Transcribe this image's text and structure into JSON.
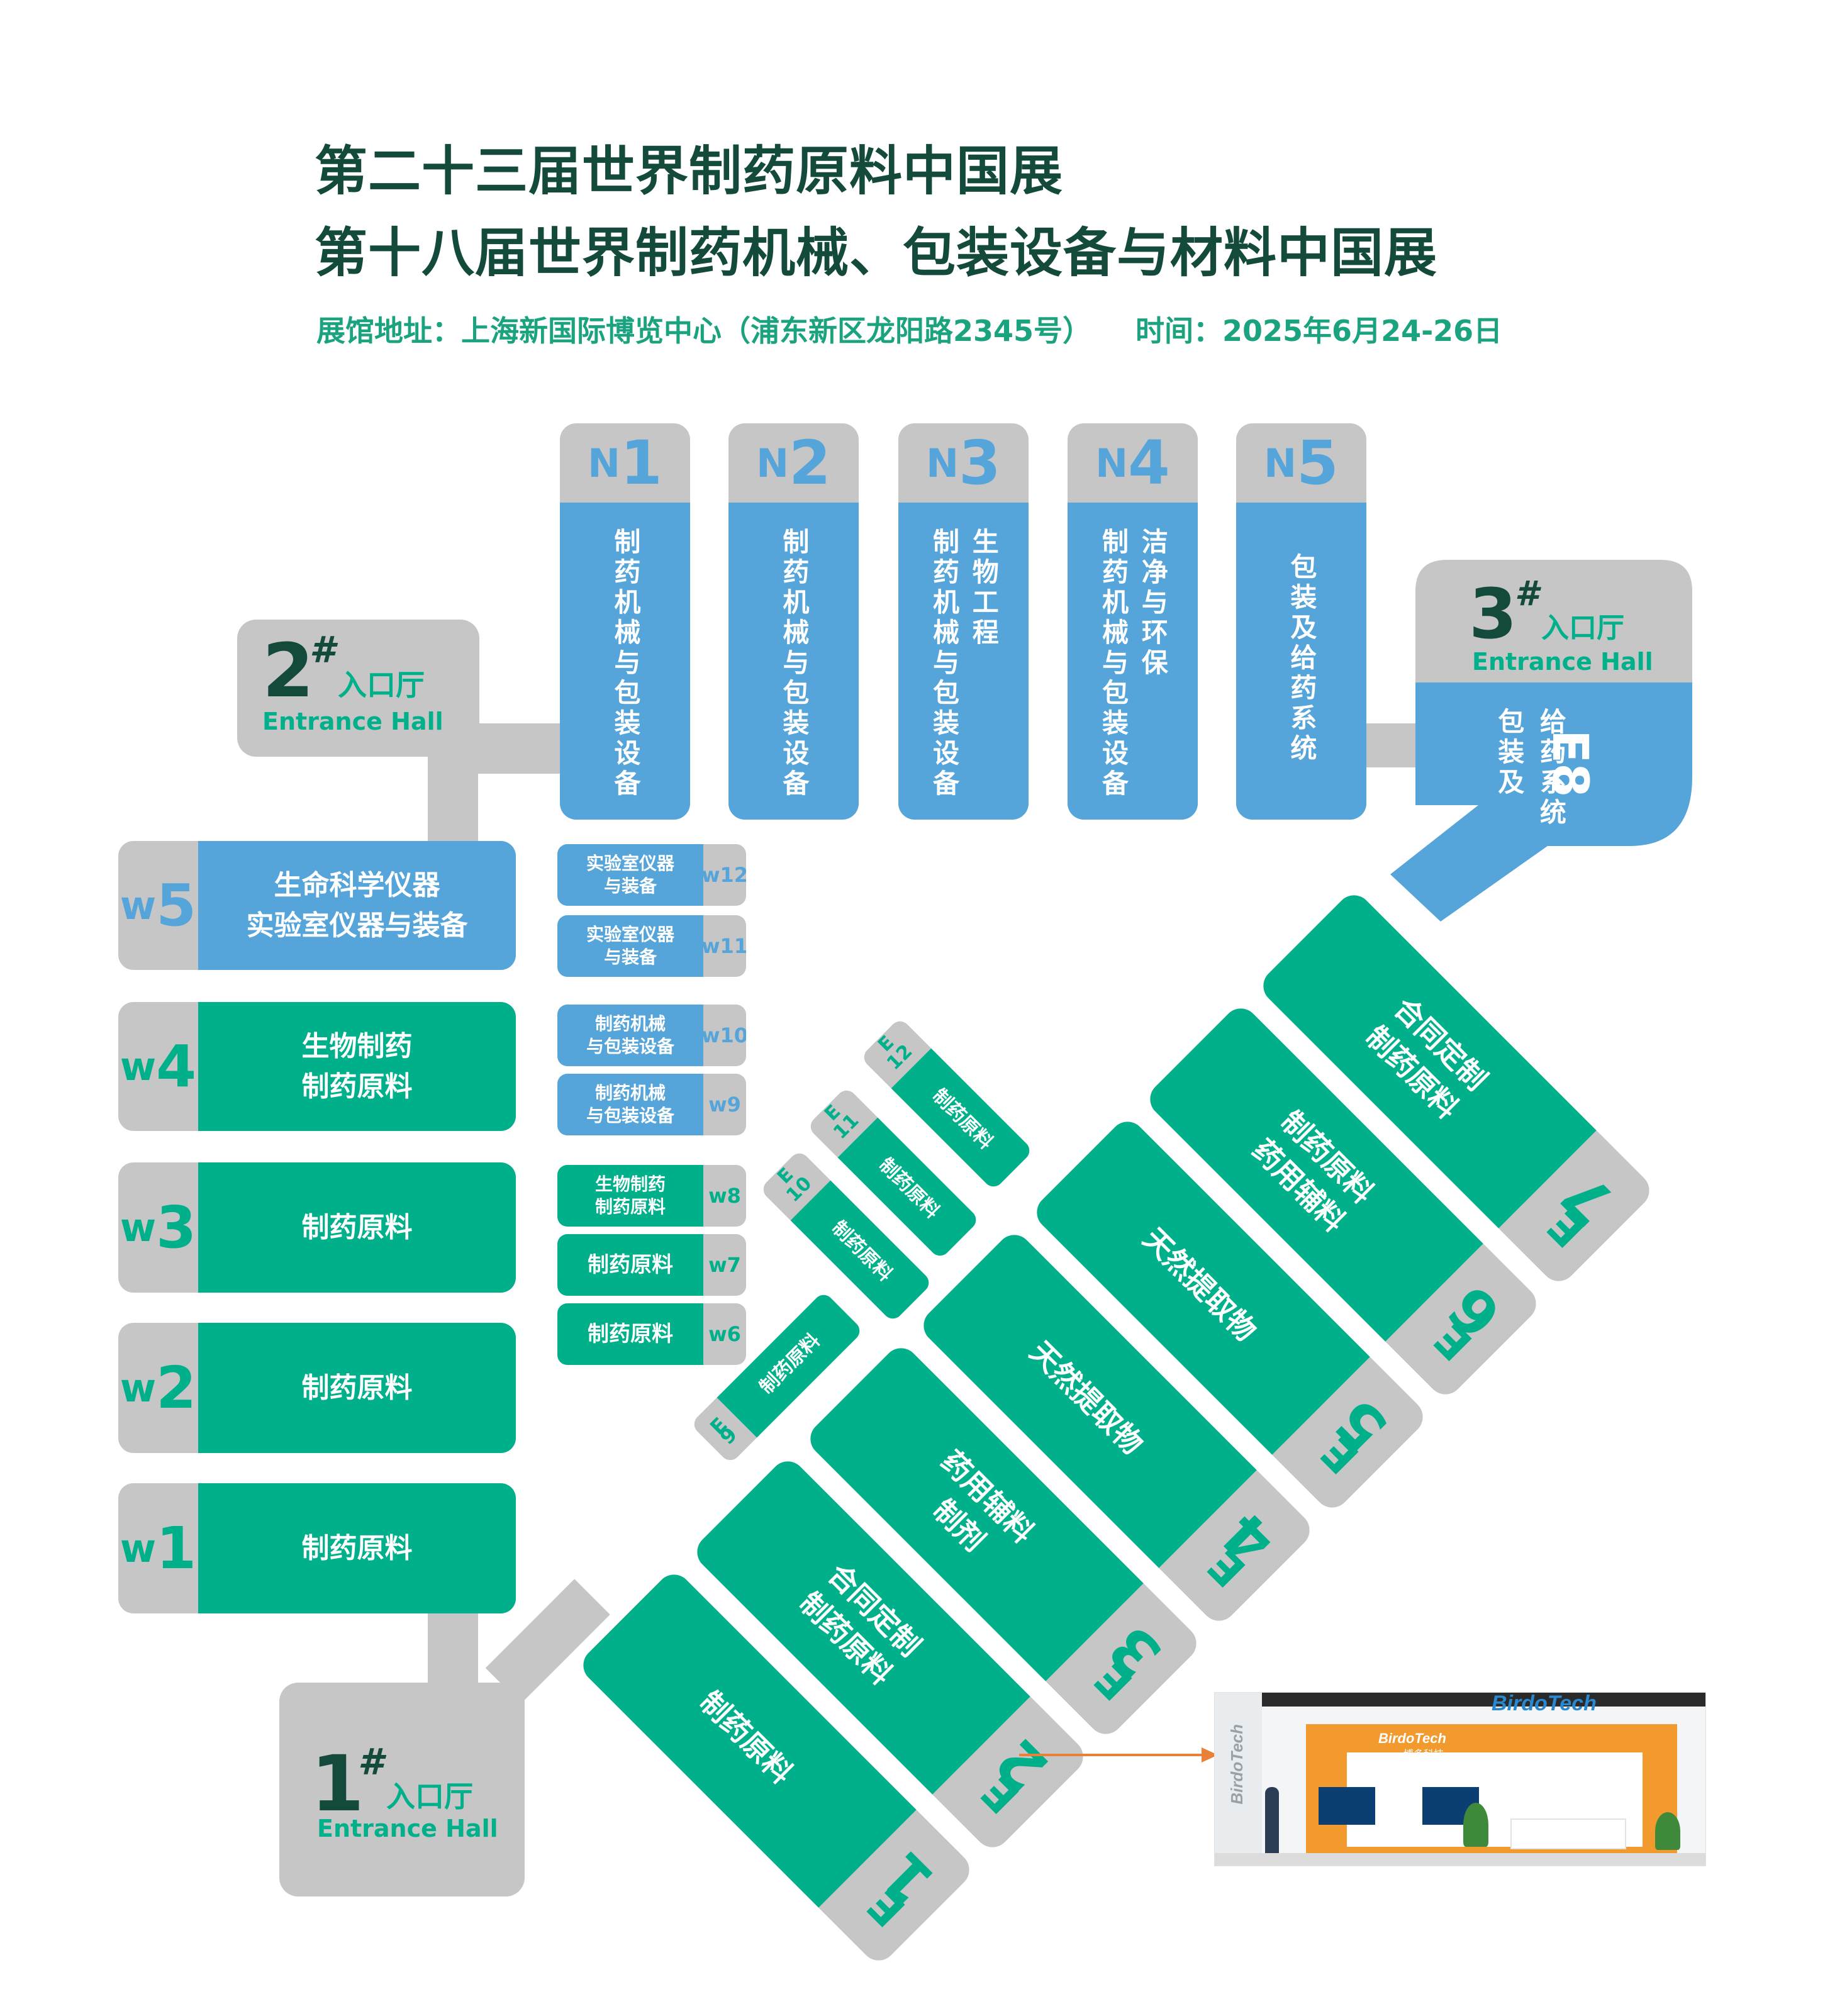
{
  "title_line1": "第二十三届世界制药原料中国展",
  "title_line2": "第十八届世界制药机械、包装设备与材料中国展",
  "venue": "展馆地址：上海新国际博览中心（浦东新区龙阳路2345号）",
  "date": "时间：2025年6月24-26日",
  "entrances": {
    "e1": {
      "num": "1",
      "sharp": "#",
      "cn": "入口厅",
      "en": "Entrance Hall"
    },
    "e2": {
      "num": "2",
      "sharp": "#",
      "cn": "入口厅",
      "en": "Entrance Hall"
    },
    "e3": {
      "num": "3",
      "sharp": "#",
      "cn": "入口厅",
      "en": "Entrance Hall"
    }
  },
  "north_halls": [
    {
      "letter": "N",
      "digit": "1",
      "line1": "制药机械与包装设备",
      "line2": ""
    },
    {
      "letter": "N",
      "digit": "2",
      "line1": "制药机械与包装设备",
      "line2": ""
    },
    {
      "letter": "N",
      "digit": "3",
      "line1": "制药机械与包装设备",
      "line2": "生物工程"
    },
    {
      "letter": "N",
      "digit": "4",
      "line1": "制药机械与包装设备",
      "line2": "洁净与环保"
    },
    {
      "letter": "N",
      "digit": "5",
      "line1": "包装及给药系统",
      "line2": ""
    }
  ],
  "e8": {
    "code": "E8",
    "line1": "包装及",
    "line2": "给药系统"
  },
  "west_halls": [
    {
      "letter": "w",
      "digit": "5",
      "line1": "生命科学仪器",
      "line2": "实验室仪器与装备",
      "color": "#55a5db"
    },
    {
      "letter": "w",
      "digit": "4",
      "line1": "生物制药",
      "line2": "制药原料",
      "color": "#00b08b"
    },
    {
      "letter": "w",
      "digit": "3",
      "line1": "制药原料",
      "line2": "",
      "color": "#00b08b"
    },
    {
      "letter": "w",
      "digit": "2",
      "line1": "制药原料",
      "line2": "",
      "color": "#00b08b"
    },
    {
      "letter": "w",
      "digit": "1",
      "line1": "制药原料",
      "line2": "",
      "color": "#00b08b"
    }
  ],
  "small_halls": [
    {
      "code": "w12",
      "line1": "实验室仪器",
      "line2": "与装备"
    },
    {
      "code": "w11",
      "line1": "实验室仪器",
      "line2": "与装备"
    },
    {
      "code": "w10",
      "line1": "制药机械",
      "line2": "与包装设备"
    },
    {
      "code": "w9",
      "line1": "制药机械",
      "line2": "与包装设备"
    },
    {
      "code": "w8",
      "line1": "生物制药",
      "line2": "制药原料"
    },
    {
      "code": "w7",
      "line1": "制药原料",
      "line2": ""
    },
    {
      "code": "w6",
      "line1": "制药原料",
      "line2": ""
    }
  ],
  "east_halls": [
    {
      "letter": "E",
      "digit": "1",
      "line1": "制药原料",
      "line2": ""
    },
    {
      "letter": "E",
      "digit": "2",
      "line1": "合同定制",
      "line2": "制药原料"
    },
    {
      "letter": "E",
      "digit": "3",
      "line1": "药用辅料",
      "line2": "制剂"
    },
    {
      "letter": "E",
      "digit": "4",
      "line1": "天然提取物",
      "line2": ""
    },
    {
      "letter": "E",
      "digit": "5",
      "line1": "天然提取物",
      "line2": ""
    },
    {
      "letter": "E",
      "digit": "6",
      "line1": "制药原料",
      "line2": "药用辅料"
    },
    {
      "letter": "E",
      "digit": "7",
      "line1": "合同定制",
      "line2": "制药原料"
    },
    {
      "letter": "E",
      "digit": "9",
      "line1": "制药原料",
      "line2": ""
    },
    {
      "letter": "E",
      "digit": "10",
      "line1": "制药原料",
      "line2": ""
    },
    {
      "letter": "E",
      "digit": "11",
      "line1": "制药原料",
      "line2": ""
    },
    {
      "letter": "E",
      "digit": "12",
      "line1": "制药原料",
      "line2": ""
    }
  ],
  "booth": {
    "brand": "BirdoTech",
    "brand_cn": "博多科技"
  },
  "colors": {
    "grey": "#c6c6c6",
    "blue": "#55a5db",
    "green": "#00b08b",
    "title": "#134a3c",
    "info": "#1aa37e",
    "arrow": "#e8823a"
  }
}
